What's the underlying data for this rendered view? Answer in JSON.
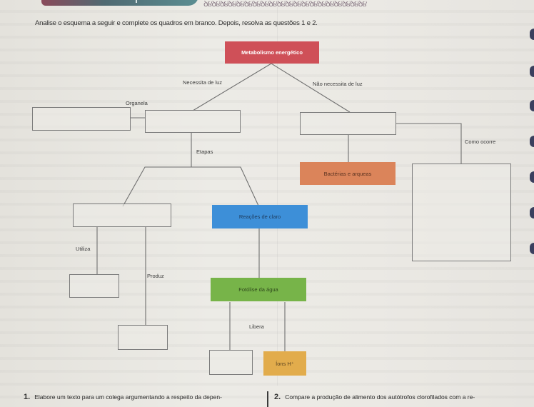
{
  "instruction": "Analise o esquema a seguir e complete os quadros em branco. Depois, resolva as questões 1 e 2.",
  "decor": {
    "chain_glyphs": "ꝺ૪ꝺ૪ꝺ૪ꝺ૪ꝺ૪ꝺ૪ꝺ૪ꝺ૪ꝺ૪ꝺ૪ꝺ૪ꝺ૪ꝺ૪ꝺ૪ꝺ૪ꝺ૪ꝺ૪ꝺ૪ꝺ૪ꝺ૪"
  },
  "diagram": {
    "root": {
      "label": "Metabolismo energético",
      "color": "#cf5058"
    },
    "edge_labels": {
      "needs_light": "Necessita de luz",
      "no_light": "Não necessita de luz",
      "organelle": "Organela",
      "stages": "Etapas",
      "how_it_occurs": "Como ocorre",
      "uses": "Utiliza",
      "produces": "Produz",
      "releases": "Libera"
    },
    "filled_nodes": {
      "bacteria": {
        "label": "Bactérias e arqueas",
        "color": "#db845a"
      },
      "light_reactions": {
        "label": "Reações de claro",
        "color": "#3d8fd8"
      },
      "water_photolysis": {
        "label": "Fotólise da água",
        "color": "#77b449"
      },
      "h_ions": {
        "label": "Íons H⁺",
        "color": "#e2ac4c"
      }
    },
    "blank_nodes": [
      "photosynthesis",
      "organelle",
      "chemosynthesis",
      "chemosynthesis-process",
      "dark-reactions",
      "uses-item",
      "produces-item",
      "releases-item"
    ]
  },
  "questions": [
    {
      "number": "1.",
      "text": "Elabore um texto para um colega argumentando a respeito da depen-"
    },
    {
      "number": "2.",
      "text": "Compare a produção de alimento dos autótrofos clorofilados com a re-"
    }
  ]
}
